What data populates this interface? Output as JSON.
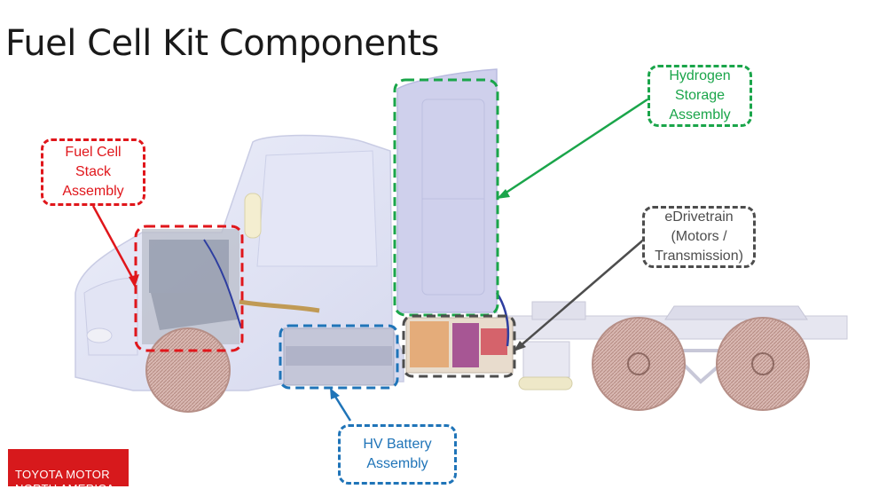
{
  "title": "Fuel Cell Kit Components",
  "callouts": {
    "fuel_cell": {
      "label": "Fuel Cell\nStack\nAssembly",
      "color": "#e0161b"
    },
    "hydrogen": {
      "label": "Hydrogen\nStorage\nAssembly",
      "color": "#1aa54a"
    },
    "edrivetrain": {
      "label": "eDrivetrain\n(Motors /\nTransmission)",
      "color": "#4d4d4d"
    },
    "battery": {
      "label": "HV Battery\nAssembly",
      "color": "#1f74b8"
    }
  },
  "logo": {
    "text": "TOYOTA MOTOR\nNORTH AMERICA",
    "color": "#d7191c"
  },
  "icons": [
    "truck-illustration"
  ]
}
